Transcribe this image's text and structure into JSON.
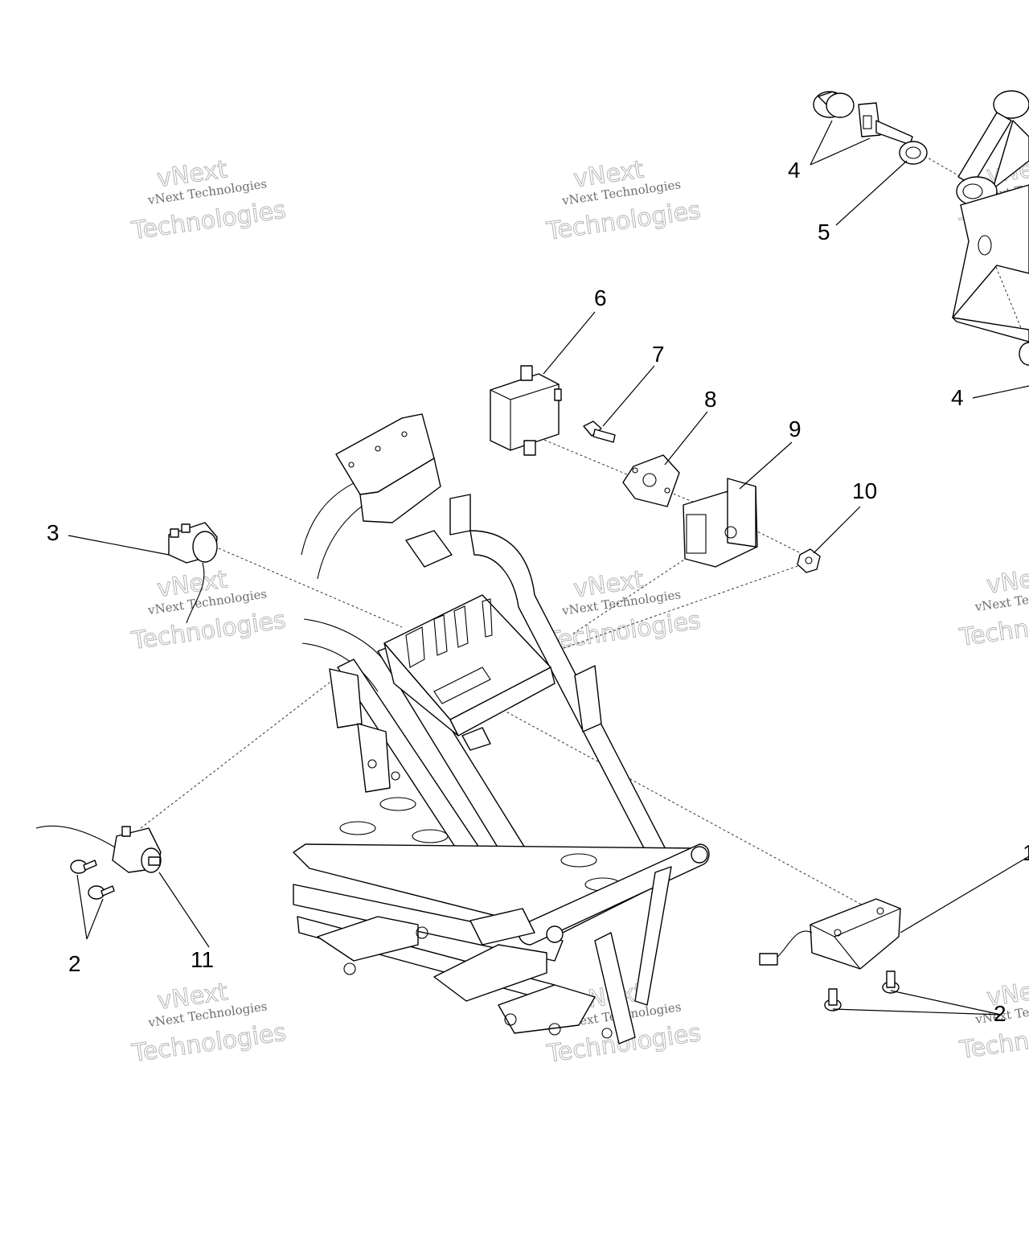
{
  "callouts": {
    "c2a": "2",
    "c2b": "2",
    "c3": "3",
    "c4a": "4",
    "c4b": "4",
    "c5": "5",
    "c6": "6",
    "c7": "7",
    "c8": "8",
    "c9": "9",
    "c10": "10",
    "c11": "11",
    "c1_partial": "1"
  },
  "watermark": {
    "line1": "vNext",
    "line2": "vNext Technologies",
    "line3": "Technologies"
  }
}
